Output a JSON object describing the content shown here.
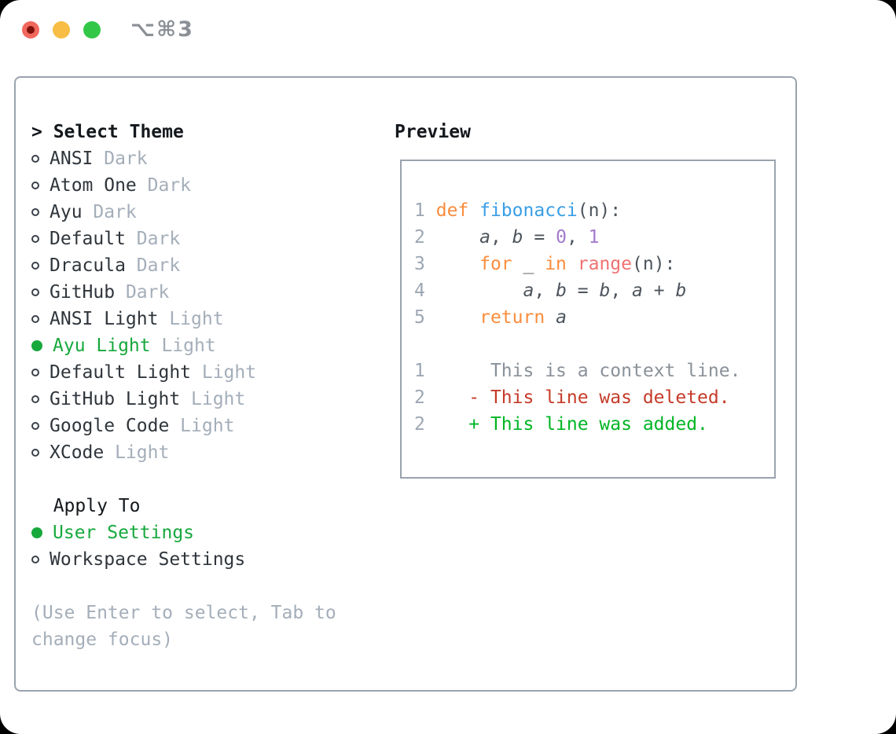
{
  "titlebar": {
    "shortcut": "⌥⌘3"
  },
  "theme_selector": {
    "header_prefix": ">",
    "header": "Select Theme",
    "items": [
      {
        "name": "ANSI",
        "variant": "Dark",
        "selected": false
      },
      {
        "name": "Atom One",
        "variant": "Dark",
        "selected": false
      },
      {
        "name": "Ayu",
        "variant": "Dark",
        "selected": false
      },
      {
        "name": "Default",
        "variant": "Dark",
        "selected": false
      },
      {
        "name": "Dracula",
        "variant": "Dark",
        "selected": false
      },
      {
        "name": "GitHub",
        "variant": "Dark",
        "selected": false
      },
      {
        "name": "ANSI Light",
        "variant": "Light",
        "selected": false
      },
      {
        "name": "Ayu Light",
        "variant": "Light",
        "selected": true
      },
      {
        "name": "Default Light",
        "variant": "Light",
        "selected": false
      },
      {
        "name": "GitHub Light",
        "variant": "Light",
        "selected": false
      },
      {
        "name": "Google Code",
        "variant": "Light",
        "selected": false
      },
      {
        "name": "XCode",
        "variant": "Light",
        "selected": false
      }
    ]
  },
  "apply_to": {
    "header": "Apply To",
    "items": [
      {
        "name": "User Settings",
        "selected": true
      },
      {
        "name": "Workspace Settings",
        "selected": false
      }
    ]
  },
  "help_lines": [
    "(Use Enter to select, Tab to",
    "change focus)"
  ],
  "preview": {
    "header": "Preview",
    "lines": [
      {
        "num": "1",
        "segments": [
          [
            "def ",
            "kw"
          ],
          [
            "fibonacci",
            "fn"
          ],
          [
            "(n):",
            "plain"
          ]
        ]
      },
      {
        "num": "2",
        "segments": [
          [
            "    ",
            "plain"
          ],
          [
            "a",
            "var"
          ],
          [
            ", ",
            "plain"
          ],
          [
            "b",
            "var"
          ],
          [
            " = ",
            "plain"
          ],
          [
            "0",
            "num"
          ],
          [
            ", ",
            "plain"
          ],
          [
            "1",
            "num"
          ]
        ]
      },
      {
        "num": "3",
        "segments": [
          [
            "    ",
            "plain"
          ],
          [
            "for",
            "kw"
          ],
          [
            " _ ",
            "plain"
          ],
          [
            "in",
            "kw"
          ],
          [
            " ",
            "plain"
          ],
          [
            "range",
            "call"
          ],
          [
            "(n):",
            "plain"
          ]
        ]
      },
      {
        "num": "4",
        "segments": [
          [
            "        ",
            "plain"
          ],
          [
            "a",
            "var"
          ],
          [
            ", ",
            "plain"
          ],
          [
            "b",
            "var"
          ],
          [
            " = ",
            "plain"
          ],
          [
            "b",
            "var"
          ],
          [
            ", ",
            "plain"
          ],
          [
            "a",
            "var"
          ],
          [
            " + ",
            "plain"
          ],
          [
            "b",
            "var"
          ]
        ]
      },
      {
        "num": "5",
        "segments": [
          [
            "    ",
            "plain"
          ],
          [
            "return",
            "kw"
          ],
          [
            " ",
            "plain"
          ],
          [
            "a",
            "var"
          ]
        ]
      },
      {
        "num": "",
        "segments": []
      },
      {
        "num": "1",
        "segments": [
          [
            "     This is a context line.",
            "ctx"
          ]
        ]
      },
      {
        "num": "2",
        "segments": [
          [
            "   - This line was deleted.",
            "del"
          ]
        ]
      },
      {
        "num": "2",
        "segments": [
          [
            "   + This line was added.",
            "add"
          ]
        ]
      }
    ]
  },
  "colors": {
    "bg-outside": "#000000",
    "window-bg": "#ffffff",
    "border": "#9aa3ad",
    "text-dark": "#14181c",
    "name": "#2f353b",
    "muted": "#a4aeb9",
    "accent-green": "#17a83c",
    "lineno": "#9da7b3",
    "kw": "#fa8d3e",
    "fn": "#399ee6",
    "numlit": "#a37acc",
    "call": "#f07171",
    "plain": "#4d545c",
    "ctx": "#8a9199",
    "del": "#c53b28",
    "add": "#00b524",
    "tl-red": "#f1685e",
    "tl-red-dot": "#7e120b",
    "tl-yellow": "#f7bd45",
    "tl-green": "#33c748",
    "shortcut": "#8b9096"
  }
}
